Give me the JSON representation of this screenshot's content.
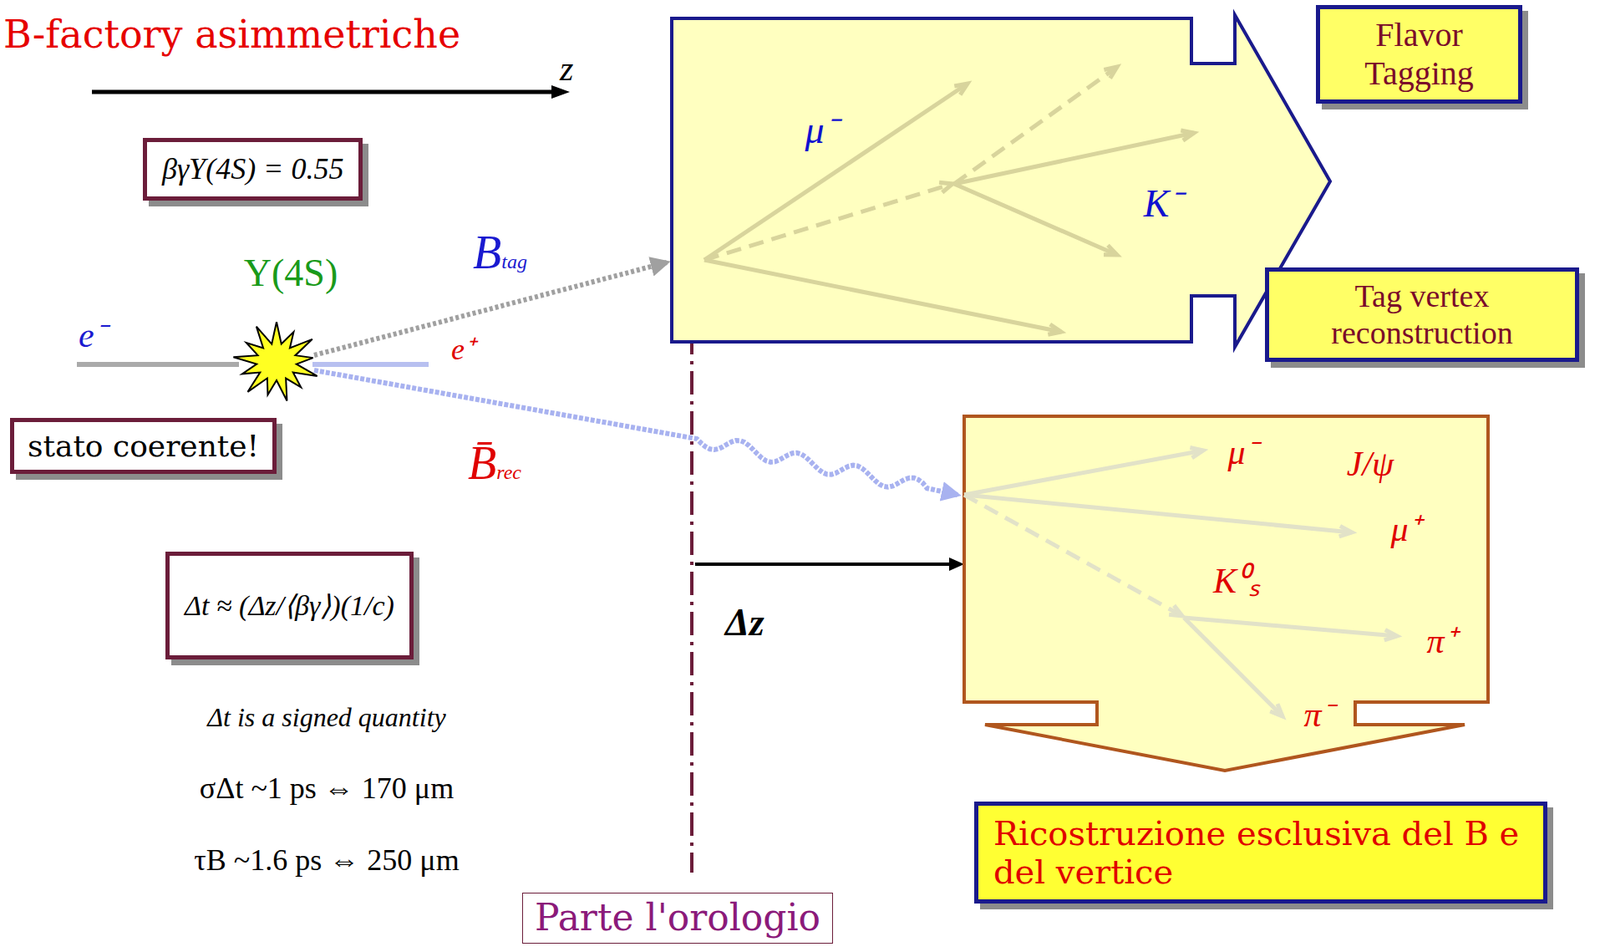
{
  "diagram": {
    "title": "B-factory asimmetriche",
    "nodes": [
      {
        "text": [
          "μ⁻",
          "K⁻"
        ]
      },
      {
        "text": [
          "Flavor Tagging"
        ]
      },
      {
        "text": [
          "βγΥ(4S) = 0.55"
        ]
      },
      {
        "text": [
          "Υ(4S)"
        ]
      },
      {
        "text": [
          "Tag vertex reconstruction"
        ]
      },
      {
        "text": [
          "stato coerente!"
        ]
      },
      {
        "text": [
          "μ⁻",
          "J/ψ",
          "μ⁺",
          "K⁰ₛ",
          "π⁺",
          "π⁻"
        ]
      },
      {
        "text": [
          "Δt ≈ (Δz/⟨βγ⟩)(1/c)"
        ]
      },
      {
        "text": [
          "Ricostruzione esclusiva del B e del vertice"
        ]
      },
      {
        "text": [
          "Parte l'orologio"
        ]
      }
    ],
    "edges": [
      {
        "from": 3,
        "to": 0,
        "arrow": "to"
      },
      {
        "from": 3,
        "to": 6,
        "arrow": "to"
      }
    ],
    "labels": [
      "z",
      "e⁻",
      "e⁺",
      "Btag",
      "B̄rec",
      "Δz",
      "Δt is a signed quantity",
      "σΔt ~1 ps ⇔ 170 μm",
      "τB ~1.6 ps ⇔ 250 μm"
    ]
  }
}
